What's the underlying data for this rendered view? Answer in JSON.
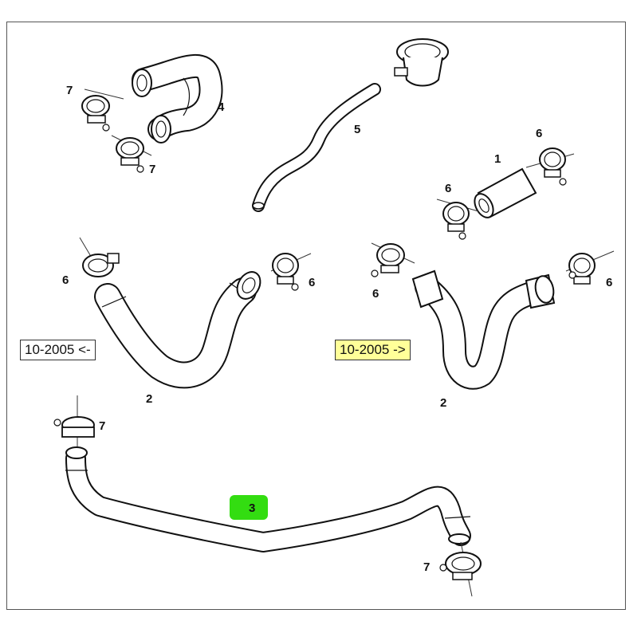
{
  "diagram": {
    "callouts": {
      "c1": "1",
      "c2a": "2",
      "c2b": "2",
      "c3": "3",
      "c4": "4",
      "c5": "5",
      "c6a": "6",
      "c6b": "6",
      "c6c": "6",
      "c6d": "6",
      "c6e": "6",
      "c6f": "6",
      "c7a": "7",
      "c7b": "7",
      "c7c": "7",
      "c7d": "7"
    },
    "date_labels": {
      "before": "10-2005 <-",
      "after": "10-2005 ->"
    },
    "colors": {
      "highlight_green": "#33dd11",
      "after_box_fill": "#ffff99"
    }
  }
}
